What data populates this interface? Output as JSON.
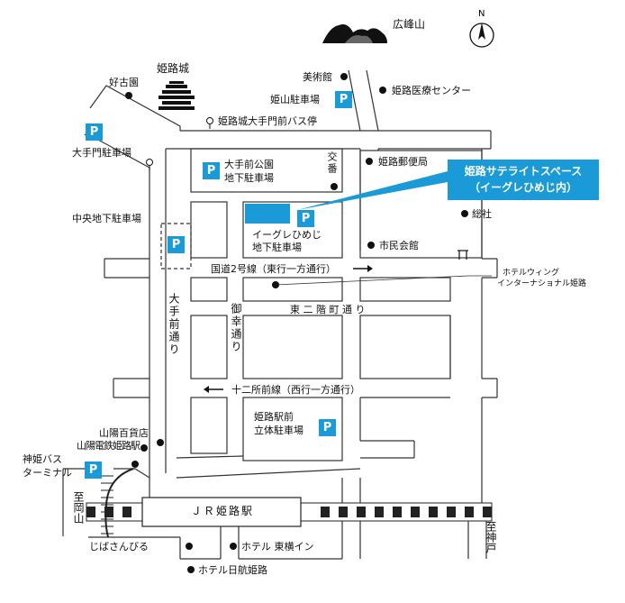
{
  "colors": {
    "accent": "#1a9ad6",
    "road_outline": "#333333",
    "rail_dark": "#222222"
  },
  "icons": {
    "compass": "north-compass-icon",
    "parking": "parking-icon",
    "castle": "castle-icon",
    "mountain": "mountain-icon",
    "bus_stop": "bus-stop-icon",
    "shrine": "shrine-icon",
    "landmark": "landmark-dot-icon"
  },
  "compass_label": "N",
  "mountain_label": "広峰山",
  "castle_label": "姫路城",
  "parking_symbol": "P",
  "callout": {
    "line1": "姫路サテライトスペース",
    "line2": "（イーグレひめじ内）"
  },
  "labels": {
    "bijutsukan": "美術館",
    "himeyama_parking": "姫山駐車場",
    "medical_center": "姫路医療センター",
    "kokoen": "好古園",
    "bus_stop": "姫路城大手門前バス停",
    "otemon_parking": "大手門駐車場",
    "koban": "交番",
    "otemae_park_parking_1": "大手前公園",
    "otemae_park_parking_2": "地下駐車場",
    "post_office": "姫路郵便局",
    "chuo_parking": "中央地下駐車場",
    "egret_parking_1": "イーグレひめじ",
    "egret_parking_2": "地下駐車場",
    "sosha": "総社",
    "city_hall": "市民会館",
    "route2": "国道2号線（東行一方通行）",
    "hotel_wing_1": "ホテルウィング",
    "hotel_wing_2": "インターナショナル姫路",
    "otemae_dori": "大手前通り",
    "miyuki_dori": "御幸通り",
    "higashi_nikai": "東 二 階 町 通 り",
    "juniso": "十二所前線（西行一方通行）",
    "sanyo_dept": "山陽百貨店",
    "station_parking_1": "姫路駅前",
    "station_parking_2": "立体駐車場",
    "sanyo_station": "山陽電鉄姫路駅",
    "shinki_bus_1": "神姫バス",
    "shinki_bus_2": "ターミナル",
    "to_okayama": "至岡山",
    "jr_station": "ＪＲ姫路駅",
    "to_kobe": "至神戸",
    "jiba": "じばさんびる",
    "toyoko": "ホテル 東横イン",
    "nikko": "ホテル日航姫路"
  }
}
